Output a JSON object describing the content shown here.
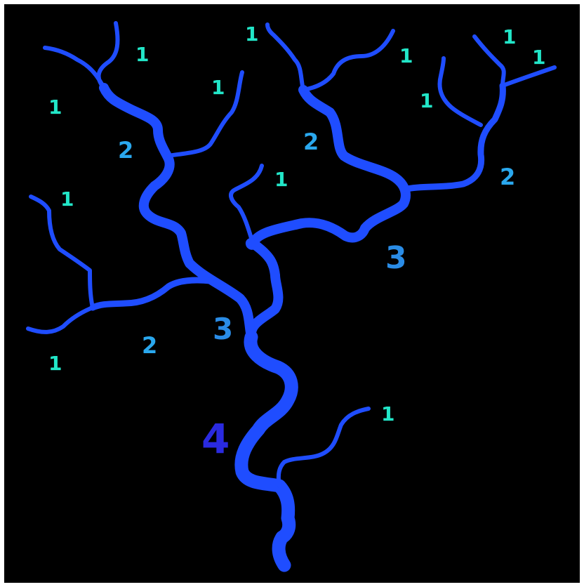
{
  "colors": {
    "background": "#000000",
    "border": "#ffffff",
    "stream": "#1f4dff",
    "order1": "#22e6c8",
    "order2": "#2aa8ee",
    "order3": "#2a8ce6",
    "order4": "#2a2ae0"
  },
  "labels": {
    "l1a": "1",
    "l1b": "1",
    "l1c": "1",
    "l1d": "1",
    "l1e": "1",
    "l1f": "1",
    "l1g": "1",
    "l1h": "1",
    "l1i": "1",
    "l1j": "1",
    "l1k": "1",
    "l1l": "1",
    "l2a": "2",
    "l2b": "2",
    "l2c": "2",
    "l2d": "2",
    "l3a": "3",
    "l3b": "3",
    "l4": "4"
  }
}
